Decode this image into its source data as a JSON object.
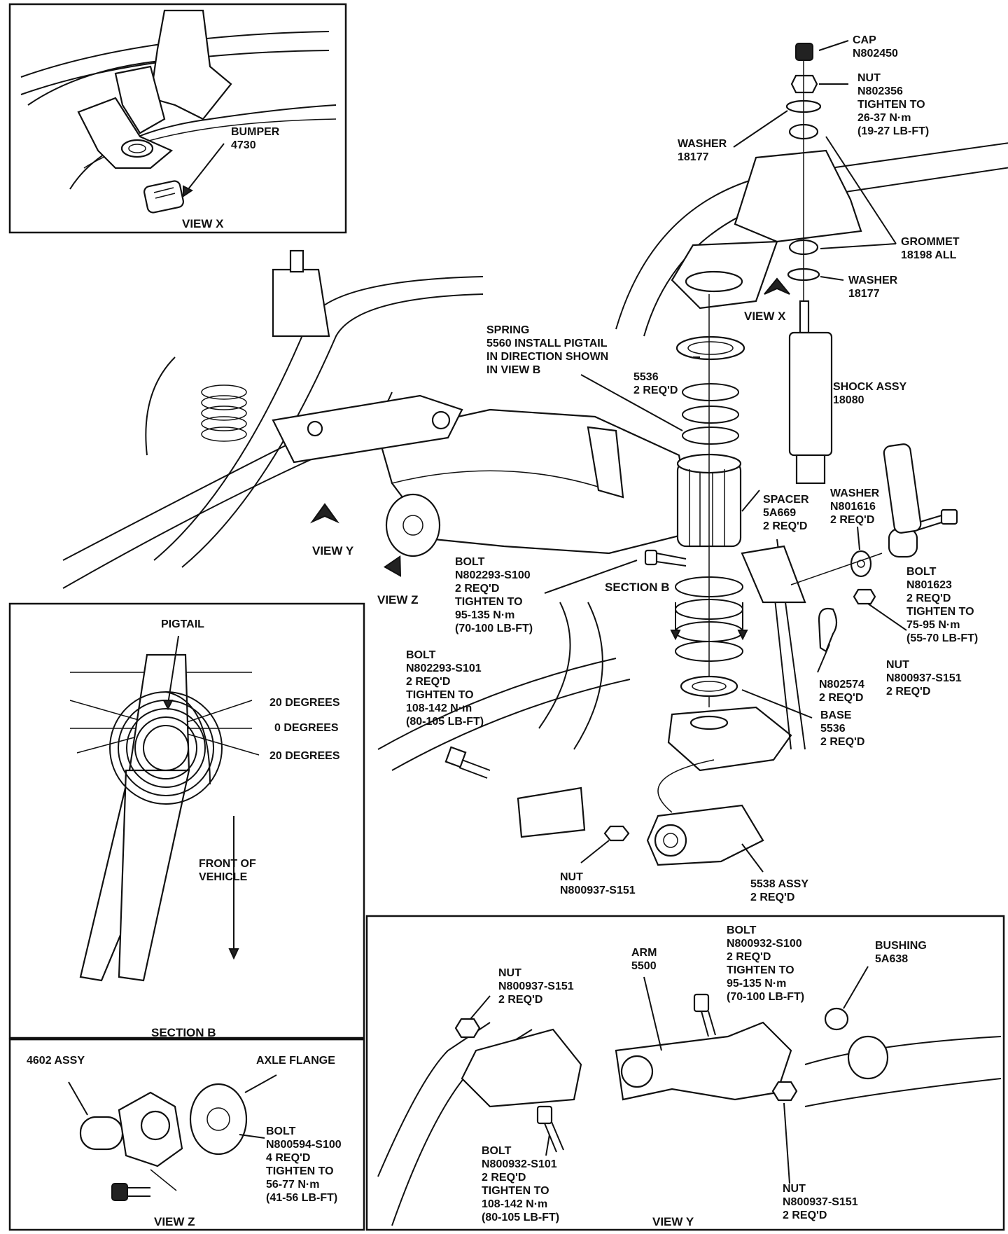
{
  "views": {
    "view_x_inset": "VIEW X",
    "view_x": "VIEW X",
    "view_y_arrow": "VIEW Y",
    "view_z_arrow": "VIEW Z",
    "section_b_arrow": "SECTION B",
    "section_b": "SECTION B",
    "view_z": "VIEW Z",
    "view_y": "VIEW Y"
  },
  "labels": {
    "bumper": [
      "BUMPER",
      "4730"
    ],
    "cap": [
      "CAP",
      "N802450"
    ],
    "nut_top": [
      "NUT",
      "N802356",
      "TIGHTEN TO",
      "26-37 N·m",
      "(19-27 LB-FT)"
    ],
    "washer_top": [
      "WASHER",
      "18177"
    ],
    "grommet": [
      "GROMMET",
      "18198 ALL"
    ],
    "washer_lower": [
      "WASHER",
      "18177"
    ],
    "spring": [
      "SPRING",
      "5560 INSTALL PIGTAIL",
      "IN DIRECTION SHOWN",
      "IN VIEW B"
    ],
    "insulator": [
      "5536",
      "2 REQ'D"
    ],
    "shock": [
      "SHOCK ASSY",
      "18080"
    ],
    "spacer": [
      "SPACER",
      "5A669",
      "2 REQ'D"
    ],
    "washer_side": [
      "WASHER",
      "N801616",
      "2 REQ'D"
    ],
    "bolt_side": [
      "BOLT",
      "N801623",
      "2 REQ'D",
      "TIGHTEN TO",
      "75-95 N·m",
      "(55-70 LB-FT)"
    ],
    "bolt_center": [
      "BOLT",
      "N802293-S100",
      "2 REQ'D",
      "TIGHTEN TO",
      "95-135 N·m",
      "(70-100 LB-FT)"
    ],
    "bolt_left": [
      "BOLT",
      "N802293-S101",
      "2 REQ'D",
      "TIGHTEN TO",
      "108-142 N·m",
      "(80-105 LB-FT)"
    ],
    "clip": [
      "N802574",
      "2 REQ'D"
    ],
    "nut_side": [
      "NUT",
      "N800937-S151",
      "2 REQ'D"
    ],
    "base": [
      "BASE",
      "5536",
      "2 REQ'D"
    ],
    "nut_bottom": [
      "NUT",
      "N800937-S151"
    ],
    "assy_5538": [
      "5538 ASSY",
      "2 REQ'D"
    ],
    "pigtail": [
      "PIGTAIL"
    ],
    "deg_20_top": [
      "20 DEGREES"
    ],
    "deg_0": [
      "0 DEGREES"
    ],
    "deg_20_bottom": [
      "20 DEGREES"
    ],
    "front_vehicle": [
      "FRONT OF",
      "VEHICLE"
    ],
    "assy_4602": [
      "4602 ASSY"
    ],
    "axle_flange": [
      "AXLE FLANGE"
    ],
    "bolt_z": [
      "BOLT",
      "N800594-S100",
      "4 REQ'D",
      "TIGHTEN TO",
      "56-77 N·m",
      "(41-56 LB-FT)"
    ],
    "nut_y_left": [
      "NUT",
      "N800937-S151",
      "2 REQ'D"
    ],
    "arm": [
      "ARM",
      "5500"
    ],
    "bolt_y_top": [
      "BOLT",
      "N800932-S100",
      "2 REQ'D",
      "TIGHTEN TO",
      "95-135 N·m",
      "(70-100 LB-FT)"
    ],
    "bushing": [
      "BUSHING",
      "5A638"
    ],
    "bolt_y_bottom": [
      "BOLT",
      "N800932-S101",
      "2 REQ'D",
      "TIGHTEN TO",
      "108-142 N·m",
      "(80-105 LB-FT)"
    ],
    "nut_y_right": [
      "NUT",
      "N800937-S151",
      "2 REQ'D"
    ]
  }
}
